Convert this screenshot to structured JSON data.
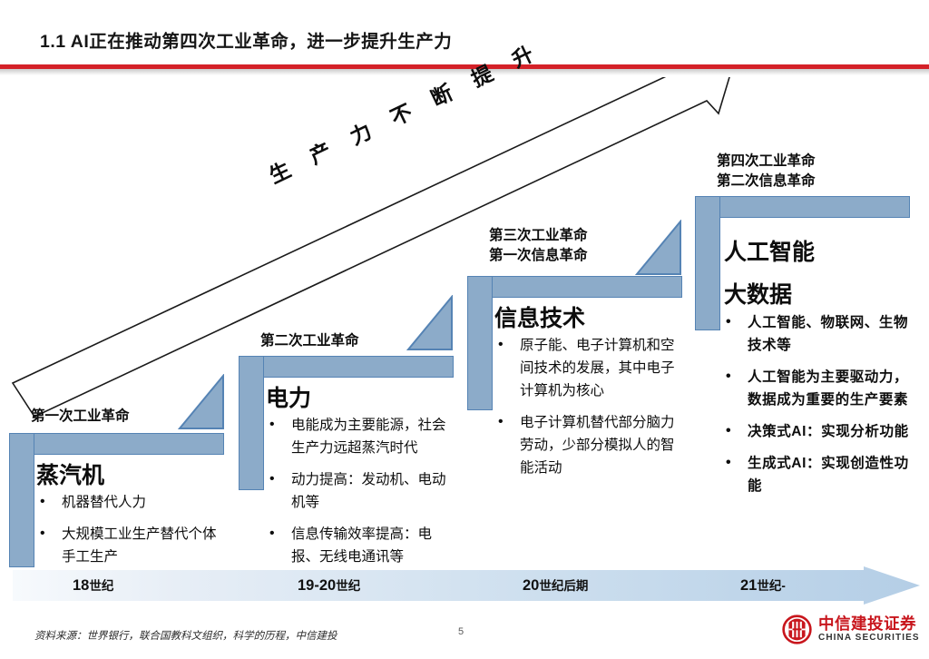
{
  "header": {
    "title": "1.1 AI正在推动第四次工业革命，进一步提升生产力",
    "rule_color": "#d42128"
  },
  "diagram": {
    "growth_arrow_label": "生 产 力 不 断 提 升",
    "block_fill": "#8cabc9",
    "block_border": "#5583b4",
    "stages": [
      {
        "label": "第一次工业革命",
        "headings": [
          "蒸汽机"
        ],
        "bullets": [
          "机器替代人力",
          "大规模工业生产替代个体手工生产"
        ]
      },
      {
        "label": "第二次工业革命",
        "headings": [
          "电力"
        ],
        "bullets": [
          "电能成为主要能源，社会生产力远超蒸汽时代",
          "动力提高：发动机、电动机等",
          "信息传输效率提高：电报、无线电通讯等"
        ]
      },
      {
        "label": "第三次工业革命\n第一次信息革命",
        "label_line1": "第三次工业革命",
        "label_line2": "第一次信息革命",
        "headings": [
          "信息技术"
        ],
        "bullets": [
          "原子能、电子计算机和空间技术的发展，其中电子计算机为核心",
          "电子计算机替代部分脑力劳动，少部分模拟人的智能活动"
        ]
      },
      {
        "label_line1": "第四次工业革命",
        "label_line2": "第二次信息革命",
        "headings": [
          "人工智能",
          "大数据"
        ],
        "bullets": [
          "人工智能、物联网、生物技术等",
          "人工智能为主要驱动力，数据成为重要的生产要素",
          "决策式AI：实现分析功能",
          "生成式AI：实现创造性功能"
        ]
      }
    ]
  },
  "timeline": {
    "bar_color_start": "#f2f6fa",
    "bar_color_end": "#b8d0e6",
    "labels": [
      {
        "num": "18",
        "era": "世纪"
      },
      {
        "num": "19-20",
        "era": "世纪"
      },
      {
        "num": "20",
        "era": "世纪后期"
      },
      {
        "num": "21",
        "era": "世纪-"
      }
    ]
  },
  "footer": {
    "source": "资料来源：世界银行，联合国教科文组织，科学的历程，中信建投",
    "page_number": "5",
    "logo_cn": "中信建投证券",
    "logo_en": "CHINA SECURITIES",
    "logo_color": "#c8161d"
  }
}
